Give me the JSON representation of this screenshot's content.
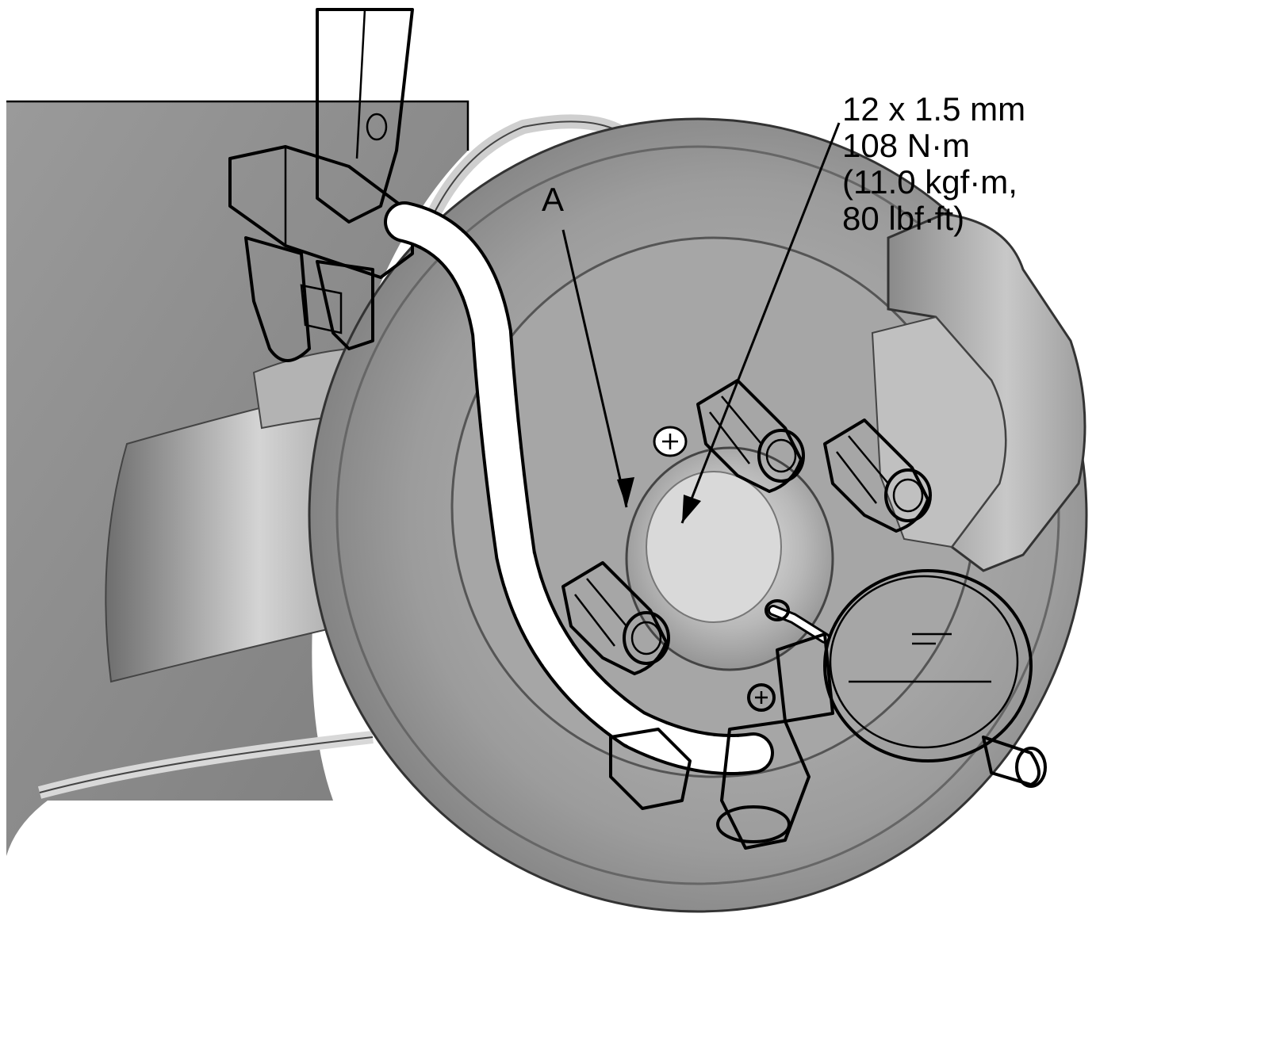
{
  "callouts": {
    "part_a": "A",
    "bolt_spec": [
      "12 x 1.5 mm",
      "108 N·m",
      "(11.0 kgf·m,",
      "80 lbf·ft)"
    ]
  },
  "colors": {
    "background": "#ffffff",
    "body_shade": "#8e8e8e",
    "rotor": "#9a9a9a",
    "hub": "#b5b5b5",
    "tool": "#ffffff",
    "line": "#000000"
  }
}
